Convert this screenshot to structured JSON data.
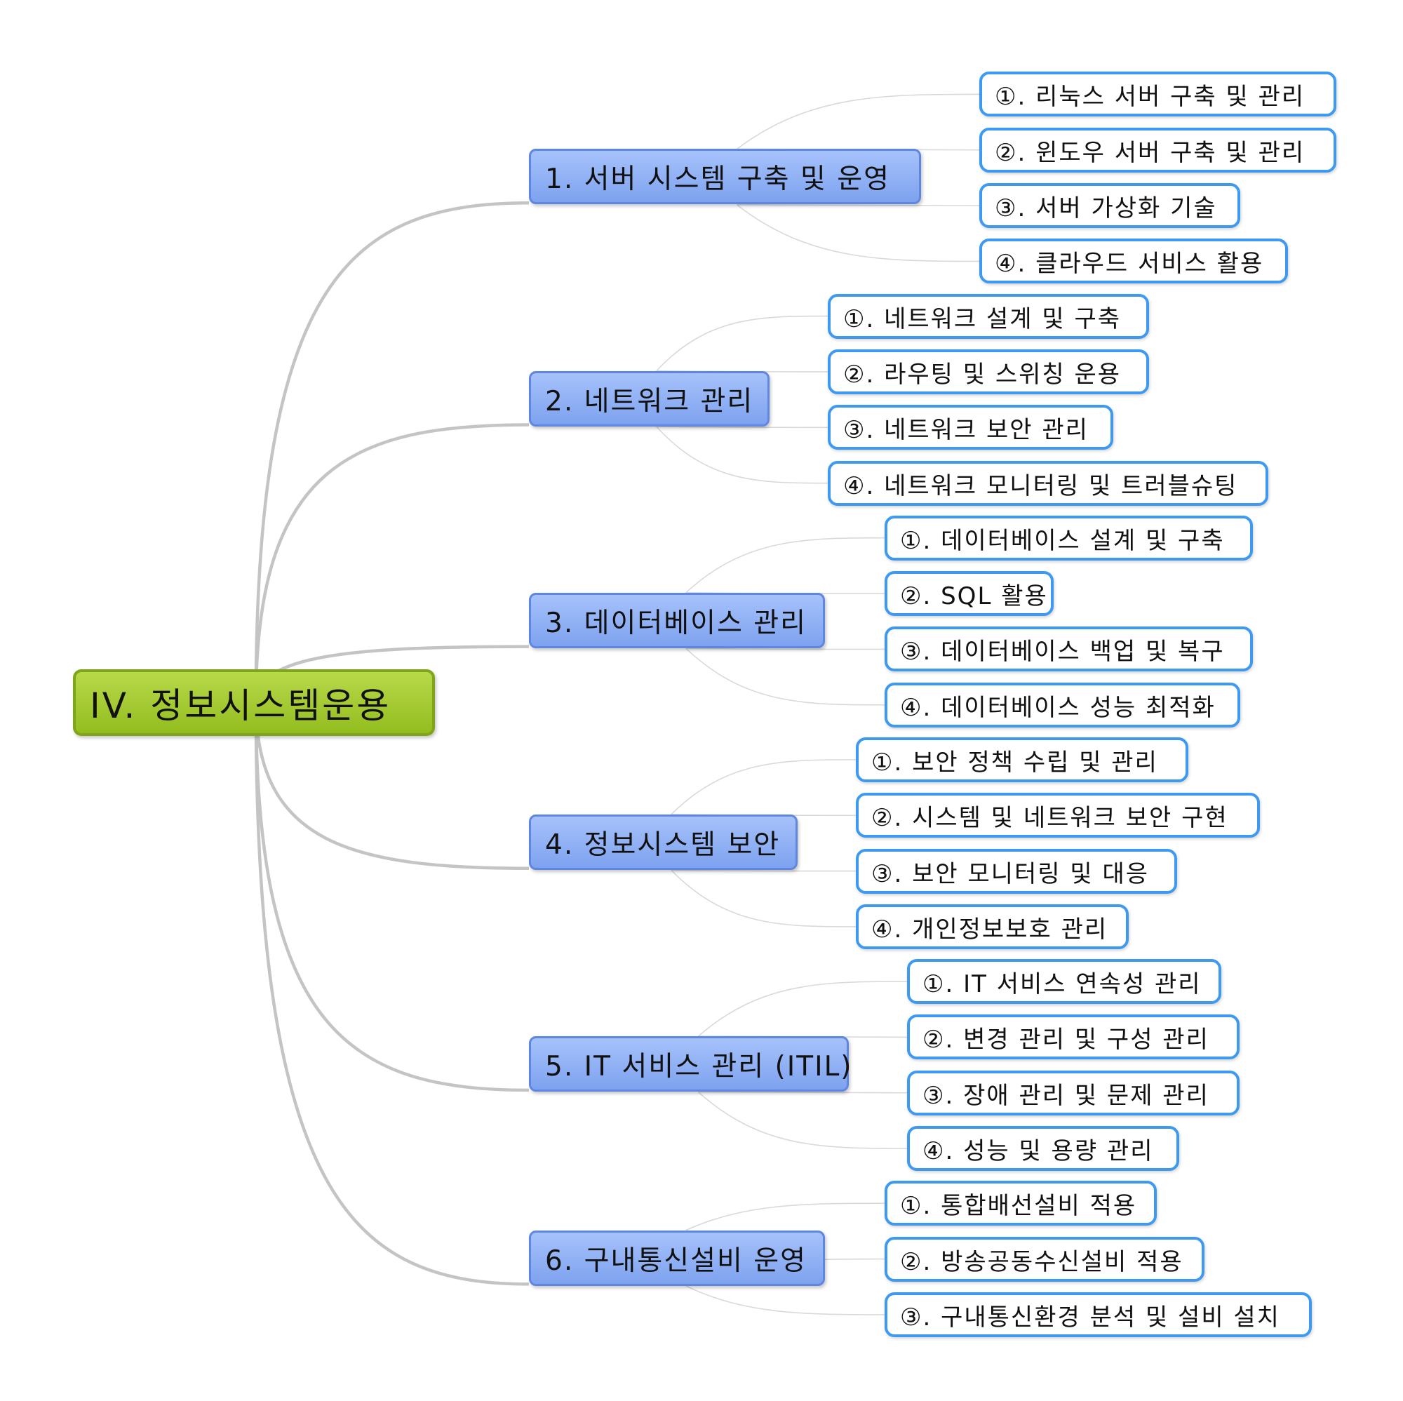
{
  "root": {
    "label": "IV. 정보시스템운용"
  },
  "branches": [
    {
      "label": "1. 서버 시스템 구축 및 운영",
      "children": [
        "①. 리눅스 서버 구축 및 관리",
        "②. 윈도우 서버 구축 및 관리",
        "③. 서버 가상화 기술",
        "④. 클라우드 서비스 활용"
      ]
    },
    {
      "label": "2. 네트워크 관리",
      "children": [
        "①. 네트워크 설계 및 구축",
        "②. 라우팅 및 스위칭 운용",
        "③. 네트워크 보안 관리",
        "④. 네트워크 모니터링 및 트러블슈팅"
      ]
    },
    {
      "label": "3. 데이터베이스 관리",
      "children": [
        "①. 데이터베이스 설계 및 구축",
        "②. SQL 활용",
        "③. 데이터베이스 백업 및 복구",
        "④. 데이터베이스 성능 최적화"
      ]
    },
    {
      "label": "4. 정보시스템 보안",
      "children": [
        "①. 보안 정책 수립 및 관리",
        "②. 시스템 및 네트워크 보안 구현",
        "③. 보안 모니터링 및 대응",
        "④. 개인정보보호 관리"
      ]
    },
    {
      "label": "5. IT 서비스 관리 (ITIL)",
      "children": [
        "①. IT 서비스 연속성 관리",
        "②. 변경 관리 및 구성 관리",
        "③. 장애 관리 및 문제 관리",
        "④. 성능 및 용량 관리"
      ]
    },
    {
      "label": "6. 구내통신설비 운영",
      "children": [
        "①. 통합배선설비 적용",
        "②. 방송공동수신설비 적용",
        "③. 구내통신환경 분석 및 설비 설치"
      ]
    }
  ],
  "colors": {
    "root_fill": "#a6cc33",
    "main_fill": "#8fb0f5",
    "sub_border": "#3d9af0",
    "line": "#c4c4c4"
  }
}
